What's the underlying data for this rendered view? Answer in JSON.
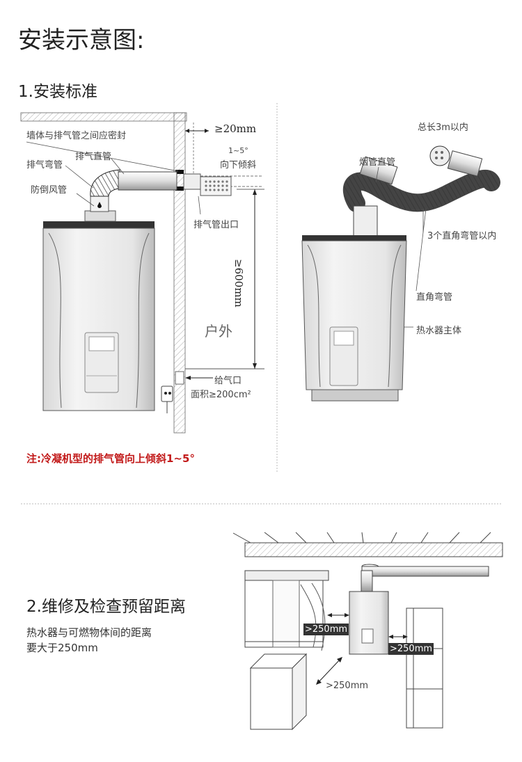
{
  "page_title": "安装示意图:",
  "section1": {
    "title": "1.安装标准",
    "left_labels": {
      "wall_seal": "墙体与排气管之间应密封",
      "flue_straight": "排气直管",
      "flue_elbow": "排气弯管",
      "anti_backdraft": "防倒风管",
      "gap": "≥20mm",
      "slope": "1~5°",
      "slope_dir": "向下倾斜",
      "flue_outlet": "排气管出口",
      "height": "≥600mm",
      "outdoor": "户外",
      "air_inlet": "给气口",
      "air_area": "面积≥200cm²"
    },
    "right_labels": {
      "total_length": "总长3m以内",
      "chimney_straight": "烟管直管",
      "elbows": "3个直角弯管以内",
      "right_angle_elbow": "直角弯管",
      "heater_body": "热水器主体"
    },
    "note": "注:冷凝机型的排气管向上倾斜1~5°"
  },
  "section2": {
    "title": "2.维修及检查预留距离",
    "desc_line1": "热水器与可燃物体间的距离",
    "desc_line2": "要大于250mm",
    "dist_left": ">250mm",
    "dist_right": ">250mm",
    "dist_front": ">250mm"
  }
}
